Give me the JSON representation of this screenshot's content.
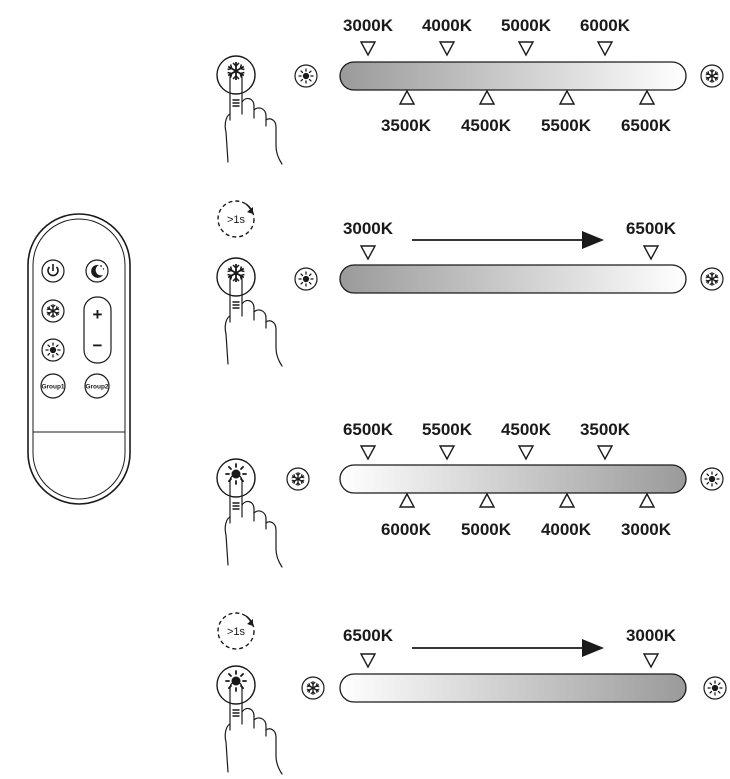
{
  "remote": {
    "power_icon": "power-icon",
    "night_icon": "moon-icon",
    "cool_icon": "snowflake-icon",
    "warm_icon": "sun-icon",
    "plus": "+",
    "minus": "−",
    "group1": "Group1",
    "group2": "Group2"
  },
  "timer_label": ">1s",
  "panels": [
    {
      "id": "cool-step",
      "button_icon": "snowflake-icon",
      "bar_direction": "warm-to-cool",
      "top_labels": [
        "3000K",
        "4000K",
        "5000K",
        "6000K"
      ],
      "bottom_labels": [
        "3500K",
        "4500K",
        "5500K",
        "6500K"
      ]
    },
    {
      "id": "cool-hold",
      "button_icon": "snowflake-icon",
      "bar_direction": "warm-to-cool",
      "start": "3000K",
      "end": "6500K"
    },
    {
      "id": "warm-step",
      "button_icon": "sun-icon",
      "bar_direction": "cool-to-warm",
      "top_labels": [
        "6500K",
        "5500K",
        "4500K",
        "3500K"
      ],
      "bottom_labels": [
        "6000K",
        "5000K",
        "4000K",
        "3000K"
      ]
    },
    {
      "id": "warm-hold",
      "button_icon": "sun-icon",
      "bar_direction": "cool-to-warm",
      "start": "6500K",
      "end": "3000K"
    }
  ],
  "colors": {
    "stroke": "#1a1a1a",
    "bar_dark": "#9a9a9a",
    "bar_light": "#ffffff"
  }
}
